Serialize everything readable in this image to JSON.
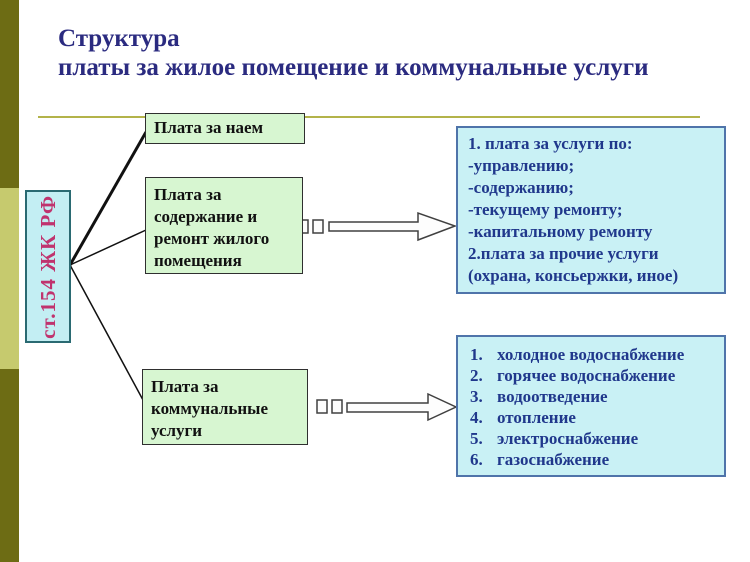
{
  "slide": {
    "title_line1": "Структура",
    "title_line2": "платы за жилое помещение и коммунальные услуги"
  },
  "diagram": {
    "source_label": "ст.154 ЖК РФ",
    "branches": {
      "rent": "Плата за наем",
      "maintenance": "Плата за\nсодержание и\nремонт жилого\nпомещения",
      "utilities": "Плата за\nкоммунальные\nуслуги"
    },
    "maintenance_details": "1. плата за услуги по:\n-управлению;\n-содержанию;\n-текущему ремонту;\n-капитальному ремонту\n2.плата за прочие услуги\n(охрана, консьержки, иное)",
    "utility_services": [
      {
        "num": "1.",
        "text": "холодное водоснабжение"
      },
      {
        "num": "2.",
        "text": "горячее водоснабжение"
      },
      {
        "num": "3.",
        "text": "водоотведение"
      },
      {
        "num": "4.",
        "text": "отопление"
      },
      {
        "num": "5.",
        "text": "электроснабжение"
      },
      {
        "num": "6.",
        "text": "газоснабжение"
      }
    ]
  },
  "colors": {
    "accent_bar_dark": "#6d6c14",
    "accent_bar_light": "#c6ca6e",
    "title_text": "#2b2b80",
    "rule": "#b3b34a",
    "green_box_fill": "#d7f6d1",
    "cyan_box_fill": "#c9f1f5",
    "cyan_box_border": "#4f74aa",
    "cyan_box_text": "#20388c",
    "label_box_fill": "#c3eef3",
    "label_box_border": "#2a6a72",
    "label_text": "#c0336e",
    "connector_stroke": "#404040"
  }
}
